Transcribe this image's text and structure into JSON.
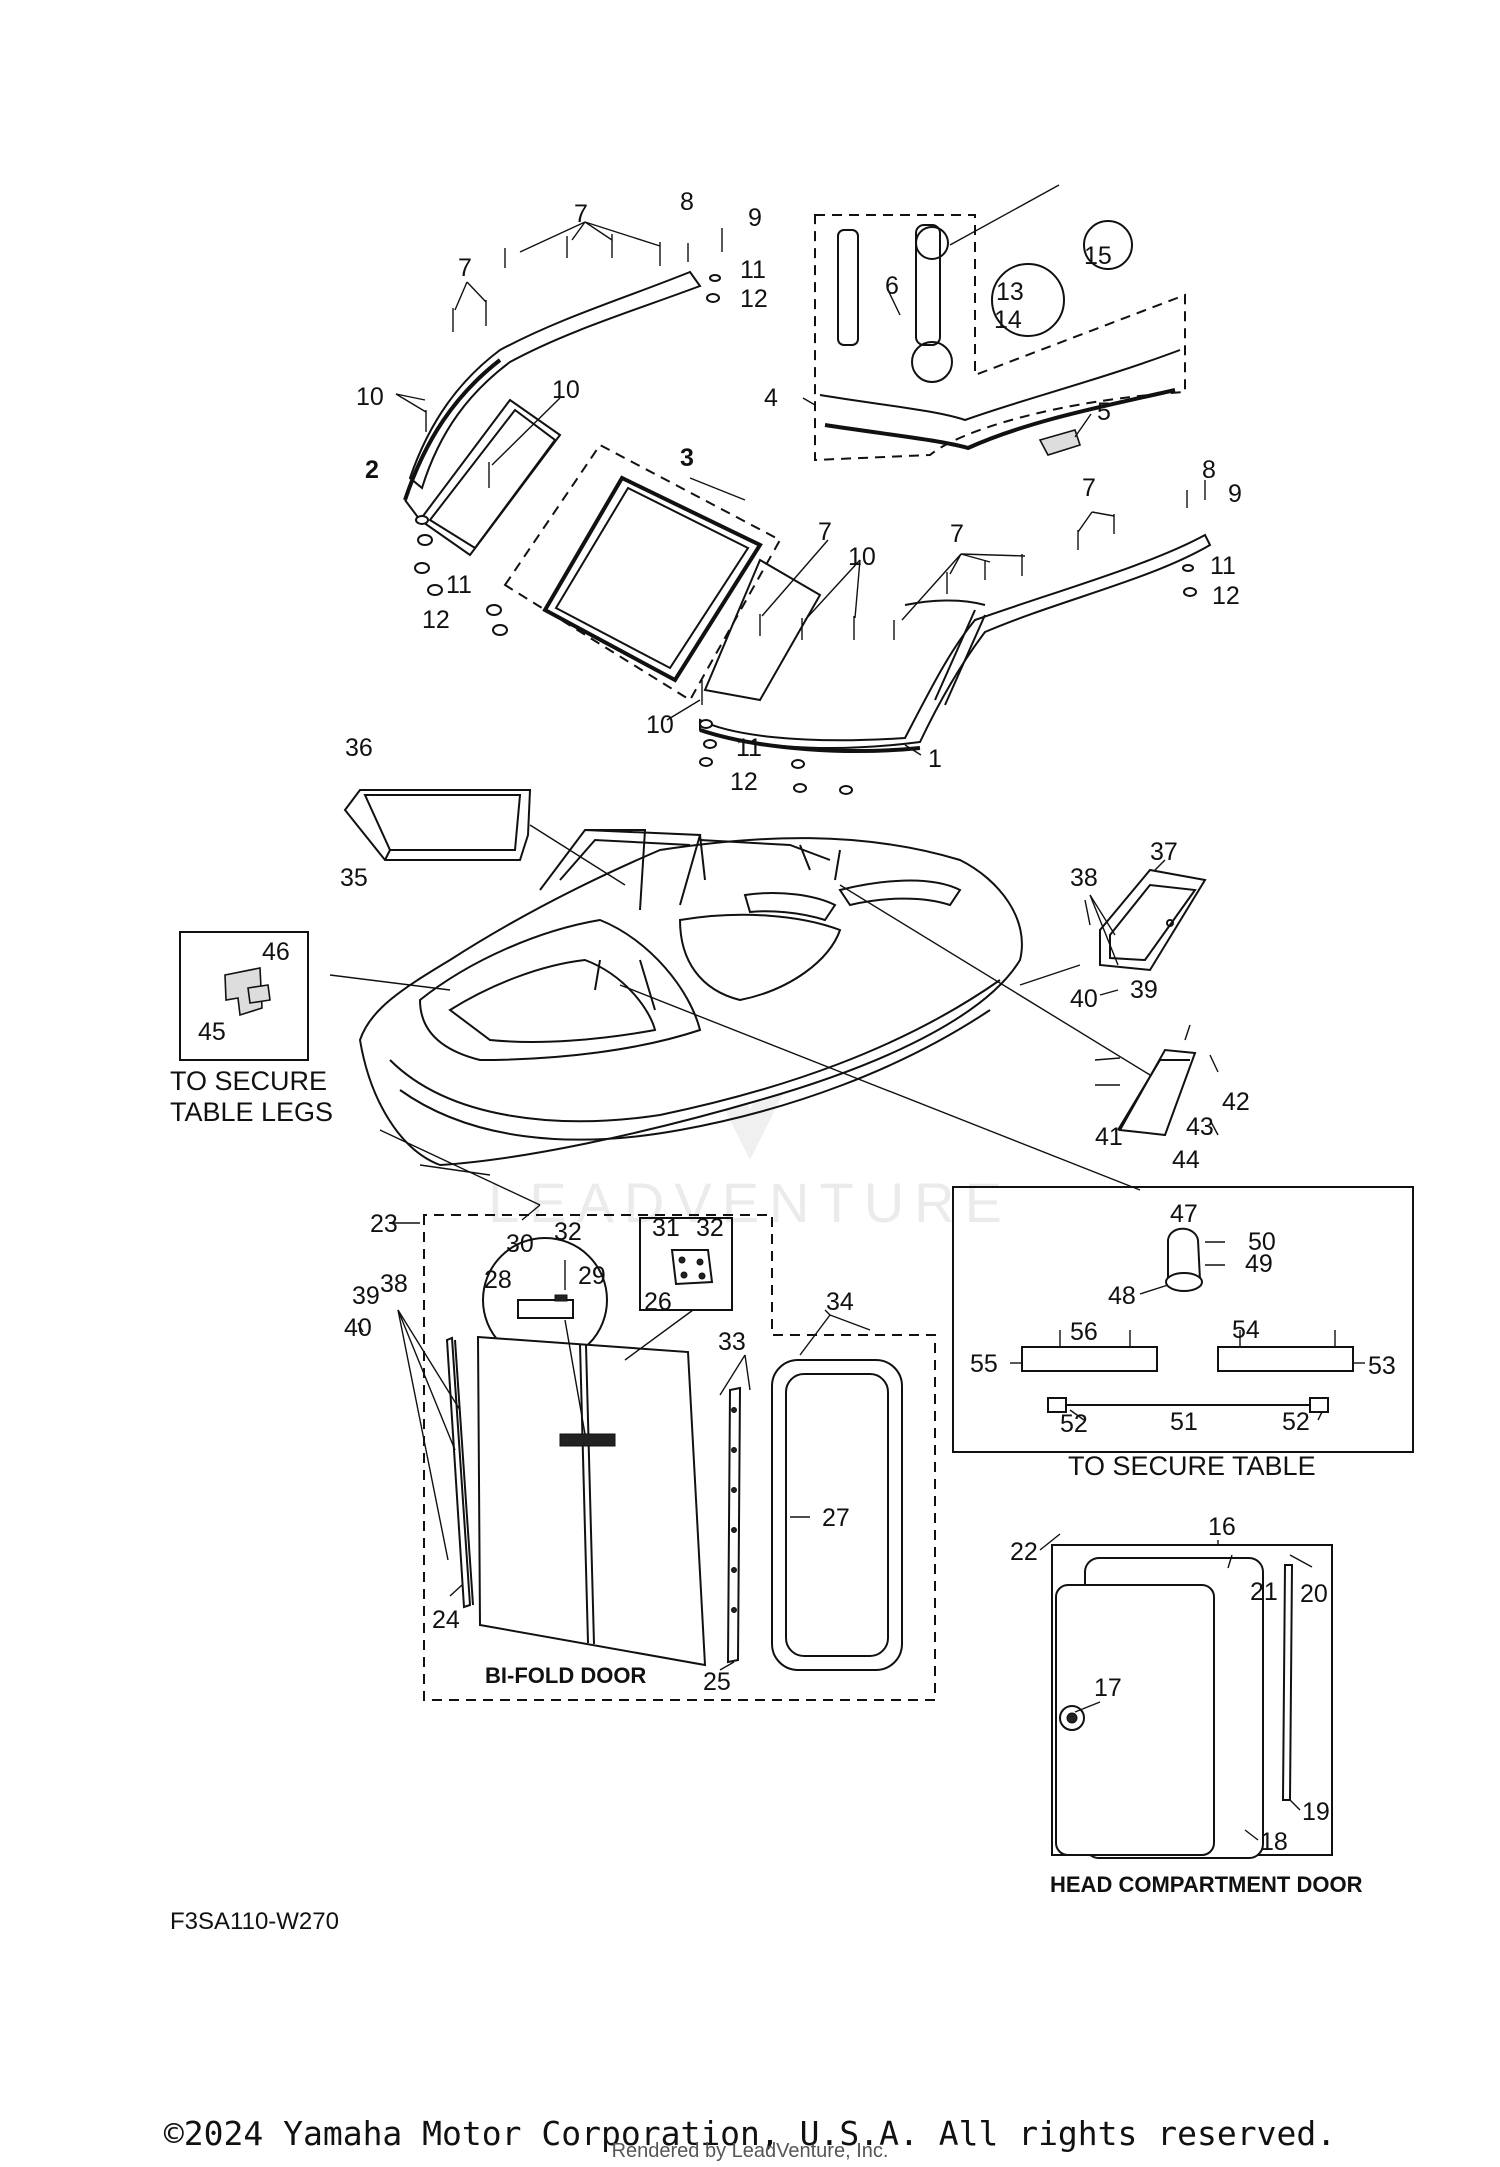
{
  "callouts": [
    "1",
    "2",
    "3",
    "4",
    "5",
    "6",
    "7",
    "8",
    "9",
    "10",
    "11",
    "12",
    "13",
    "14",
    "15",
    "16",
    "17",
    "18",
    "19",
    "20",
    "21",
    "22",
    "23",
    "24",
    "25",
    "26",
    "27",
    "28",
    "29",
    "30",
    "31",
    "32",
    "33",
    "34",
    "35",
    "36",
    "37",
    "38",
    "39",
    "40",
    "41",
    "42",
    "43",
    "44",
    "45",
    "46",
    "47",
    "48",
    "49",
    "50",
    "51",
    "52",
    "53",
    "54",
    "55",
    "56"
  ],
  "captions": {
    "table_legs": [
      "TO SECURE",
      "TABLE LEGS"
    ],
    "bifold": "BI-FOLD DOOR",
    "secure_table": "TO SECURE TABLE",
    "head_door": "HEAD COMPARTMENT DOOR"
  },
  "watermark": "LEADVENTURE",
  "diagram_code": "F3SA110-W270",
  "copyright": "©2024 Yamaha Motor Corporation, U.S.A. All rights reserved.",
  "rendered_by": "Rendered by LeadVenture, Inc."
}
